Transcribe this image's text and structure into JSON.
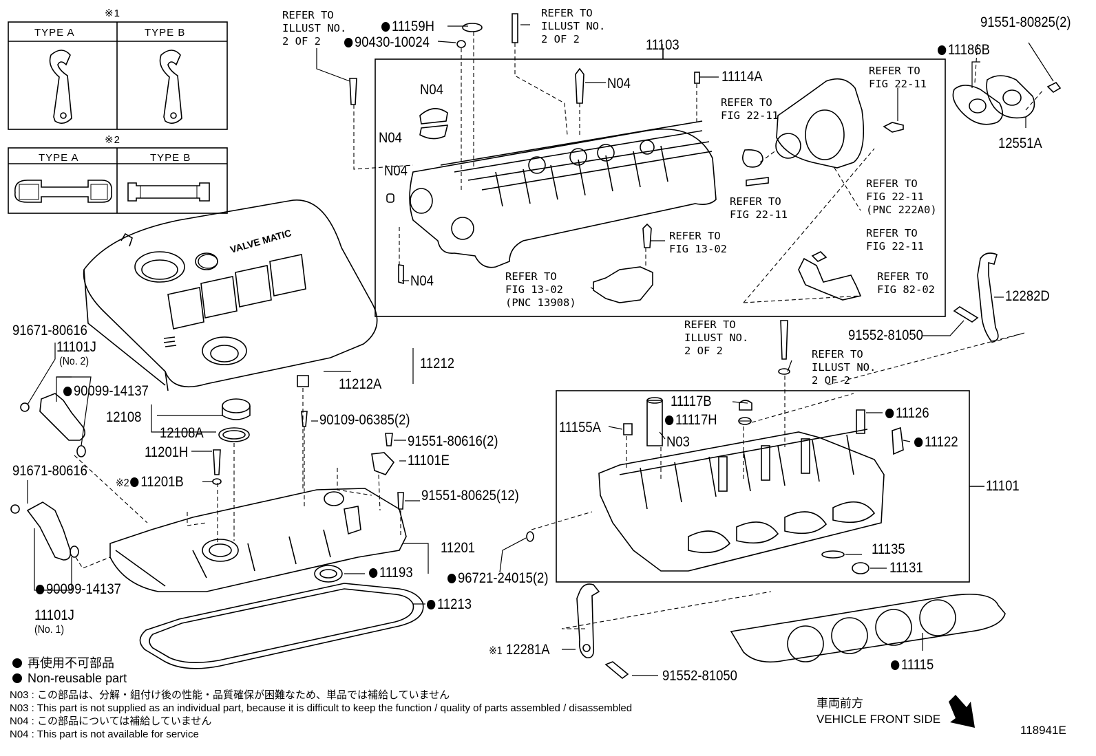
{
  "insets": {
    "note1": "※1",
    "note2": "※2",
    "type_a": "TYPE A",
    "type_b": "TYPE B"
  },
  "labels": {
    "p11103": "11103",
    "p11159H": "11159H",
    "p90430": "90430-10024",
    "p11114A": "11114A",
    "p11186B": "11186B",
    "p91551_80825": "91551-80825(2)",
    "p12551A": "12551A",
    "n04_a": "N04",
    "n04_b": "N04",
    "n04_c": "N04",
    "n04_d": "N04",
    "n04_e": "N04",
    "p91671_a": "91671-80616",
    "p11101J_2": "11101J",
    "no2": "(No. 2)",
    "p90099_a": "90099-14137",
    "p12108": "12108",
    "p12108A": "12108A",
    "p11212": "11212",
    "p11212A": "11212A",
    "p90109": "90109-06385(2)",
    "p91551_80616": "91551-80616(2)",
    "p11201H": "11201H",
    "p11101E": "11101E",
    "p11201B": "11201B",
    "p91551_80625": "91551-80625(12)",
    "p91671_b": "91671-80616",
    "p11201": "11201",
    "p11193": "11193",
    "p90099_b": "90099-14137",
    "p11101J_1": "11101J",
    "no1": "(No. 1)",
    "p11213": "11213",
    "p96721": "96721-24015(2)",
    "p12282D": "12282D",
    "p91552_a": "91552-81050",
    "p11117B": "11117B",
    "p11117H": "11117H",
    "p11155A": "11155A",
    "n03": "N03",
    "p11126": "11126",
    "p11122": "11122",
    "p11101": "11101",
    "p11135": "11135",
    "p11131": "11131",
    "p12281A": "12281A",
    "p91552_b": "91552-81050",
    "p11115": "11115",
    "note1_mark": "※1",
    "note2_mark": "※2"
  },
  "refs": {
    "r1": "REFER TO\nILLUST NO.\n2 OF 2",
    "r2": "REFER TO\nILLUST NO.\n2 OF 2",
    "r3": "REFER TO\nFIG 22-11",
    "r4": "REFER TO\nFIG 22-11",
    "r5": "REFER TO\nFIG 22-11",
    "r6": "REFER TO\nFIG 22-11\n(PNC 222A0)",
    "r7": "REFER TO\nFIG 13-02",
    "r8": "REFER TO\nFIG 13-02\n(PNC 13908)",
    "r9": "REFER TO\nFIG 22-11",
    "r10": "REFER TO\nFIG 82-02",
    "r11": "REFER TO\nILLUST NO.\n2 OF 2",
    "r12": "REFER TO\nILLUST NO.\n2 OF 2"
  },
  "legend": {
    "nonreusable_jp": "再使用不可部品",
    "nonreusable_en": "Non-reusable part"
  },
  "footnotes": {
    "n03_jp": "N03 : この部品は、分解・組付け後の性能・品質確保が困難なため、単品では補給していません",
    "n03_en": "N03 : This part is not supplied as an individual part, because it is difficult to keep the function / quality of parts  assembled / disassembled",
    "n04_jp": "N04 : この部品については補給していません",
    "n04_en": "N04 : This part is not available for service"
  },
  "front": {
    "jp": "車両前方",
    "en": "VEHICLE FRONT SIDE"
  },
  "cover_text": "VALVE MATIC",
  "figure_id": "118941E"
}
